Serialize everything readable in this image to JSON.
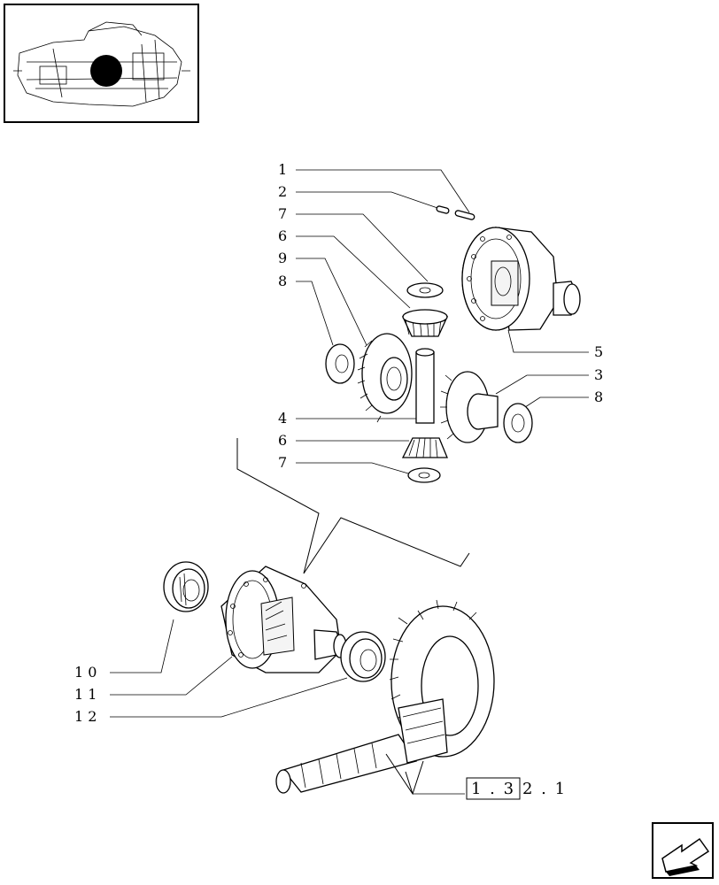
{
  "callouts": {
    "c1": "1",
    "c2": "2",
    "c7a": "7",
    "c6a": "6",
    "c9": "9",
    "c8a": "8",
    "c5": "5",
    "c3": "3",
    "c8b": "8",
    "c4": "4",
    "c6b": "6",
    "c7b": "7",
    "c10": "1 0",
    "c11": "1 1",
    "c12": "1 2"
  },
  "reference": {
    "boxed": "1 . 3",
    "rest": "2 . 1"
  },
  "icons": {
    "thumbnail": "assembly-thumbnail-icon",
    "nav": "next-page-arrow-icon"
  }
}
